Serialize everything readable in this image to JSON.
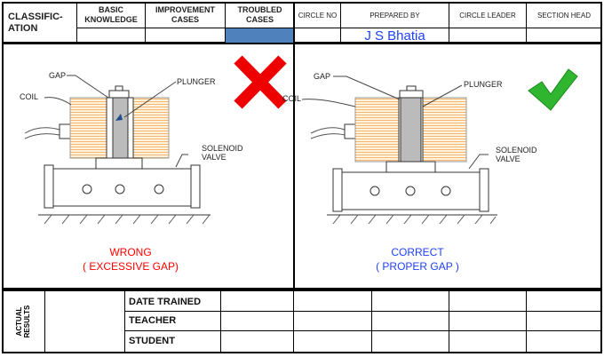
{
  "header": {
    "classification": "CLASSIFIC- ATION",
    "basic_knowledge": "BASIC KNOWLEDGE",
    "improvement_cases": "IMPROVEMENT CASES",
    "troubled_cases": "TROUBLED CASES",
    "circle_no": "CIRCLE NO",
    "prepared_by": "PREPARED BY",
    "circle_leader": "CIRCLE LEADER",
    "section_head": "SECTION HEAD",
    "prepared_by_value": "J S Bhatia",
    "selected_color": "#4f81bd"
  },
  "wrong": {
    "gap": "GAP",
    "coil": "COIL",
    "plunger": "PLUNGER",
    "solenoid": "SOLENOID",
    "valve": "VALVE",
    "title": "WRONG",
    "subtitle": "( EXCESSIVE GAP)",
    "icon": "red-x-icon",
    "color": "#ff0000"
  },
  "correct": {
    "gap": "GAP",
    "coil": "COIL",
    "plunger": "PLUNGER",
    "solenoid": "SOLENOID",
    "valve": "VALVE",
    "title": "CORRECT",
    "subtitle": "( PROPER GAP )",
    "icon": "green-check-icon",
    "color": "#1f3fff"
  },
  "results": {
    "label": "ACTUAL RESULTS",
    "date_trained": "DATE TRAINED",
    "teacher": "TEACHER",
    "student": "STUDENT"
  }
}
